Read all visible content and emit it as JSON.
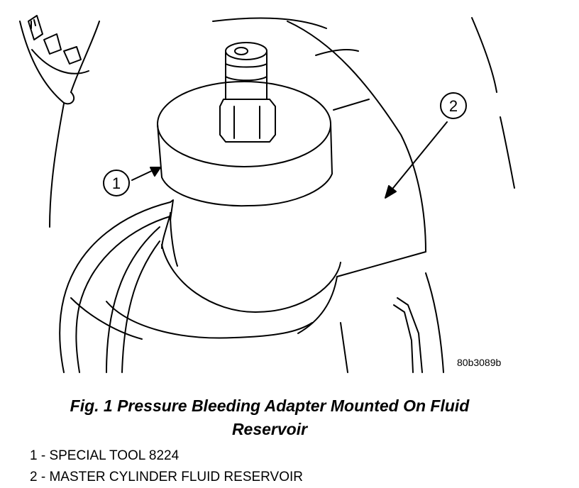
{
  "figure": {
    "code": "80b3089b",
    "caption_line1": "Fig. 1 Pressure Bleeding Adapter Mounted On Fluid",
    "caption_line2": "Reservoir"
  },
  "callouts": [
    {
      "number": "1",
      "label": "1 - SPECIAL TOOL 8224"
    },
    {
      "number": "2",
      "label": "2 - MASTER CYLINDER FLUID RESERVOIR"
    }
  ]
}
